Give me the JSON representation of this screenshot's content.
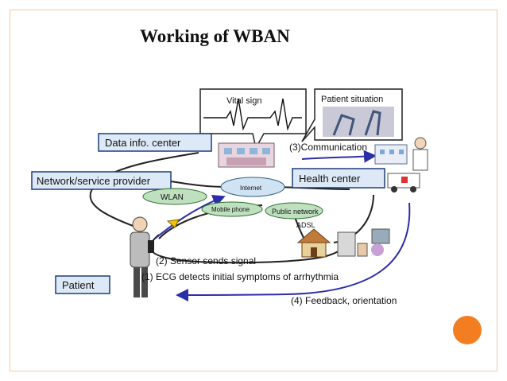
{
  "slide": {
    "title": "Working of  WBAN",
    "accent_color": "#f37e22",
    "border_color": "#f4c9a8"
  },
  "diagram": {
    "boxes": {
      "data_info_center": "Data info. center",
      "network_provider": "Network/service provider",
      "health_center": "Health center",
      "patient": "Patient"
    },
    "callouts": {
      "vital_sign": "Vital sign",
      "patient_situation": "Patient situation"
    },
    "clouds": {
      "internet": "Internet",
      "wlan": "WLAN",
      "mobile_phone": "Mobile phone",
      "public_network": "Public network"
    },
    "labels": {
      "adsl": "ADSL",
      "step1": "(1) ECG detects initial symptoms of arrhythmia",
      "step2": "(2) Sensor sends signal",
      "step3": "(3)Communication",
      "step4": "(4) Feedback, orientation"
    },
    "colors": {
      "box_fill": "#dde9f6",
      "box_border": "#1d3d7a",
      "cloud_fill": "#bfe0bf",
      "arrow": "#2c2ea8"
    }
  }
}
